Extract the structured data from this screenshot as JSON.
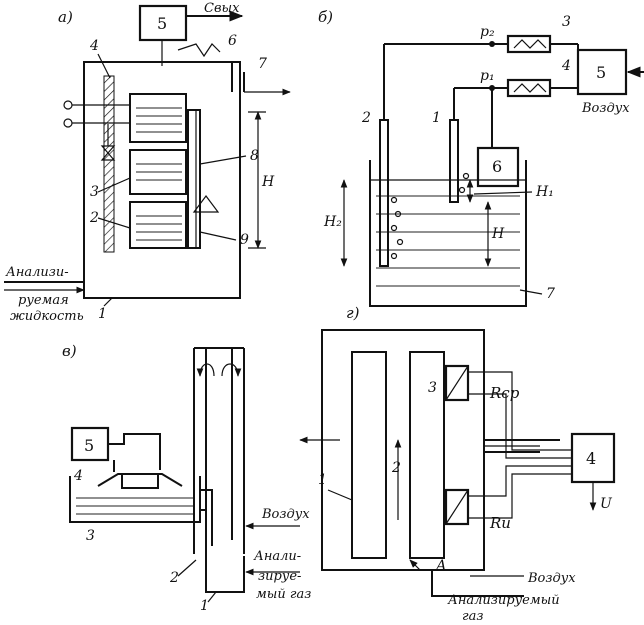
{
  "panel_a": {
    "label": "а)",
    "block_num": "5",
    "output_label": "Свых",
    "parts": [
      "4",
      "6",
      "7",
      "8",
      "3",
      "2",
      "9",
      "1"
    ],
    "height_label": "Н",
    "inlet_line1": "Анализи-",
    "inlet_line2": "руемая",
    "inlet_line3": "жидкость"
  },
  "panel_b": {
    "label": "б)",
    "p2": "p₂",
    "p1": "p₁",
    "parts": [
      "3",
      "4",
      "5",
      "2",
      "1",
      "6",
      "7"
    ],
    "air": "Воздух",
    "h1": "Н₁",
    "h2": "Н₂",
    "h": "Н"
  },
  "panel_v": {
    "label": "в)",
    "block_num": "5",
    "parts": [
      "4",
      "3",
      "2",
      "1"
    ],
    "air": "Воздух",
    "gas_line1": "Анали-",
    "gas_line2": "зируе-",
    "gas_line3": "мый газ"
  },
  "panel_g": {
    "label": "г)",
    "parts": [
      "3",
      "1",
      "2",
      "4"
    ],
    "r_ref": "Rср",
    "r_meas": "Rи",
    "u": "U",
    "a": "А",
    "air": "Воздух",
    "gas_line1": "Анализируемый",
    "gas_line2": "газ"
  }
}
